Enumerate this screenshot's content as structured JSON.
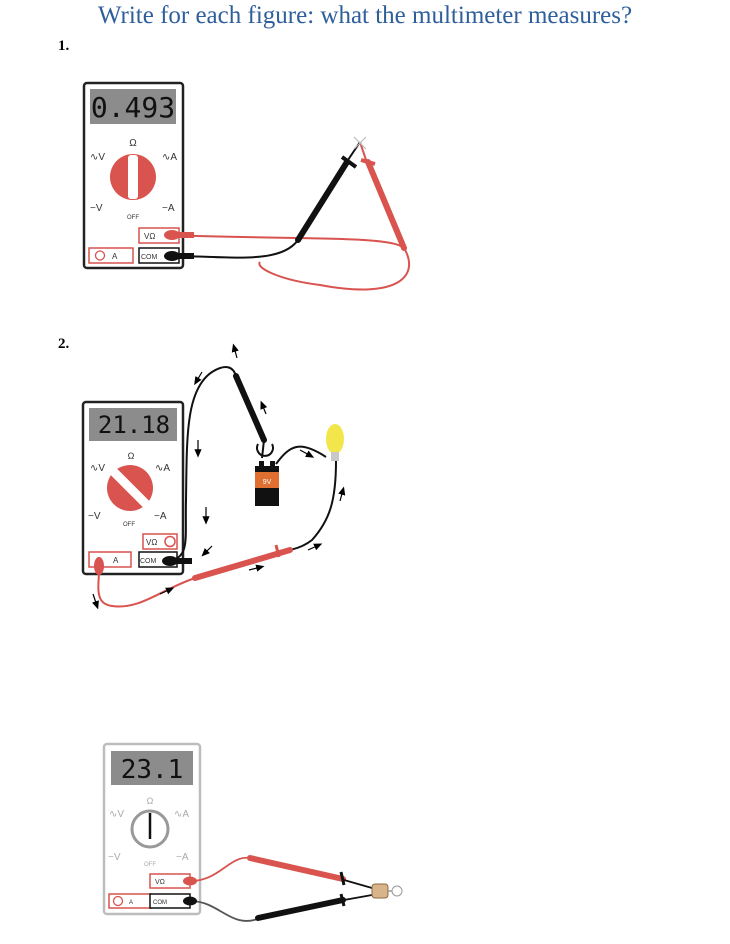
{
  "page": {
    "title": "Write for each figure: what the multimeter measures?",
    "numbers": [
      "1.",
      "2."
    ]
  },
  "meter_labels": {
    "ohm": "Ω",
    "ac_v": "∿V",
    "ac_a": "∿A",
    "dc_v": "−V",
    "dc_a": "−A",
    "off": "OFF",
    "a_port": "A",
    "vohm_port": "VΩ",
    "com_port": "COM"
  },
  "figures": [
    {
      "reading": "0.493",
      "display": "0.493"
    },
    {
      "reading": "21.18",
      "display": "21.18",
      "battery_label": "9V"
    },
    {
      "reading": "23.1",
      "display": "23.1"
    }
  ],
  "colors": {
    "title": "#2f5f9a",
    "red_lead": "#d9534f",
    "black_lead": "#111111",
    "lcd": "#8c8c8c",
    "battery": "#e07030",
    "bulb": "#f3e64a"
  }
}
